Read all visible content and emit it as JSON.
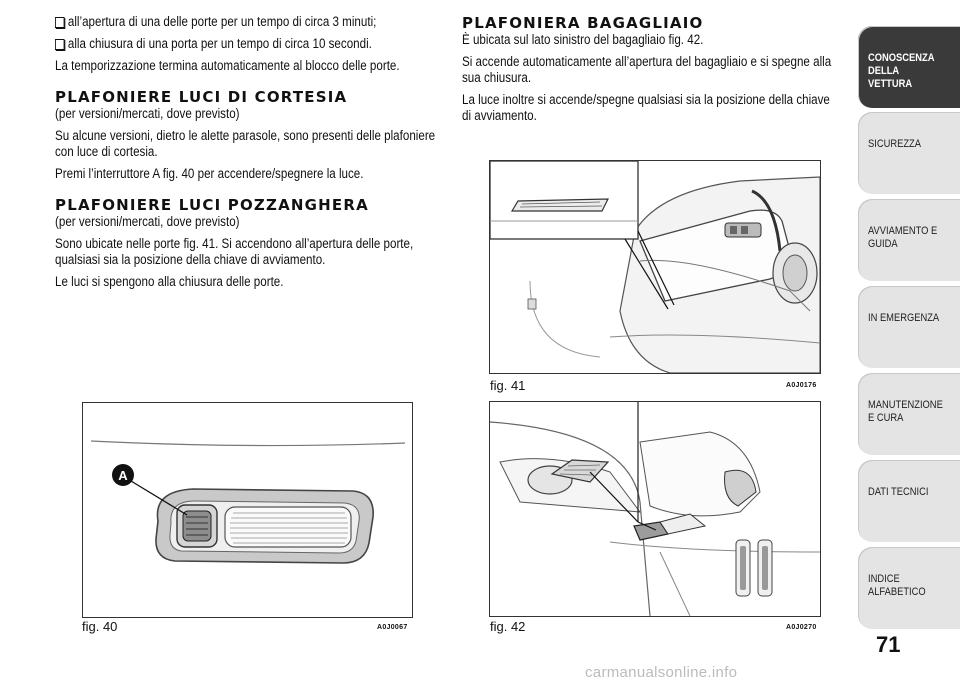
{
  "left": {
    "bullets": [
      "all’apertura di una delle porte per un tempo di circa 3 minuti;",
      "alla chiusura di una porta per un tempo di circa 10 secondi."
    ],
    "timer_note": "La temporizzazione termina automaticamente al blocco delle porte.",
    "courtesy": {
      "title": "PLAFONIERE LUCI DI CORTESIA",
      "subtitle": "(per versioni/mercati, dove previsto)",
      "p1": "Su alcune versioni, dietro le alette parasole, sono presenti delle plafoniere con luce di cortesia.",
      "p2": "Premi l’interruttore A fig. 40 per accendere/spegnere la luce."
    },
    "puddle": {
      "title": "PLAFONIERE LUCI POZZANGHERA",
      "subtitle": "(per versioni/mercati, dove previsto)",
      "p1": "Sono ubicate nelle porte fig. 41. Si accendono all’apertura delle porte, qualsiasi sia la posizione della chiave di avviamento.",
      "p2": "Le luci si spengono alla chiusura delle porte."
    }
  },
  "right": {
    "title": "PLAFONIERA BAGAGLIAIO",
    "p1": "È ubicata sul lato sinistro del bagagliaio fig. 42.",
    "p2": "Si accende automaticamente all’apertura del bagagliaio e si spegne alla sua chiusura.",
    "p3": "La luce inoltre si accende/spegne qualsiasi sia la posizione della chiave di avviamento."
  },
  "figures": {
    "f40": {
      "caption": "fig. 40",
      "code": "A0J0067",
      "callout": "A"
    },
    "f41": {
      "caption": "fig. 41",
      "code": "A0J0176"
    },
    "f42": {
      "caption": "fig. 42",
      "code": "A0J0270"
    }
  },
  "tabs": [
    {
      "label": "CONOSCENZA DELLA VETTURA",
      "active": true
    },
    {
      "label": "SICUREZZA",
      "active": false
    },
    {
      "label": "AVVIAMENTO E GUIDA",
      "active": false
    },
    {
      "label": "IN EMERGENZA",
      "active": false
    },
    {
      "label": "MANUTENZIONE E CURA",
      "active": false
    },
    {
      "label": "DATI TECNICI",
      "active": false
    },
    {
      "label": "INDICE ALFABETICO",
      "active": false
    }
  ],
  "page_number": "71",
  "watermark": "carmanualsonline.info"
}
